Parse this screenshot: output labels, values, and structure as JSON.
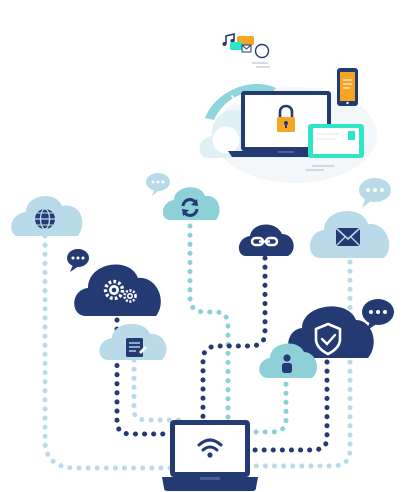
{
  "illustration": {
    "palette": {
      "navy": "#243a73",
      "light_blue": "#b9dbe9",
      "teal": "#6cc6cf",
      "mint": "#2ee6c6",
      "orange": "#f6a623",
      "white": "#ffffff"
    },
    "top_scene": {
      "icons": [
        "music-note-icon",
        "chat-bubble-icon",
        "mail-icon",
        "circle-icon",
        "laptop-icon",
        "padlock-icon",
        "smartphone-icon",
        "tablet-icon",
        "cloud-icon"
      ]
    },
    "network": {
      "central_device": "laptop-wifi-icon",
      "nodes": [
        {
          "name": "globe-cloud",
          "icon": "globe-icon"
        },
        {
          "name": "sync-cloud",
          "icon": "sync-icon"
        },
        {
          "name": "link-cloud",
          "icon": "link-icon"
        },
        {
          "name": "mail-cloud",
          "icon": "mail-icon"
        },
        {
          "name": "settings-cloud",
          "icon": "gears-icon"
        },
        {
          "name": "document-cloud",
          "icon": "document-icon"
        },
        {
          "name": "shield-cloud",
          "icon": "shield-check-icon"
        },
        {
          "name": "user-cloud",
          "icon": "user-icon"
        }
      ],
      "chat_bubbles": 4
    }
  }
}
